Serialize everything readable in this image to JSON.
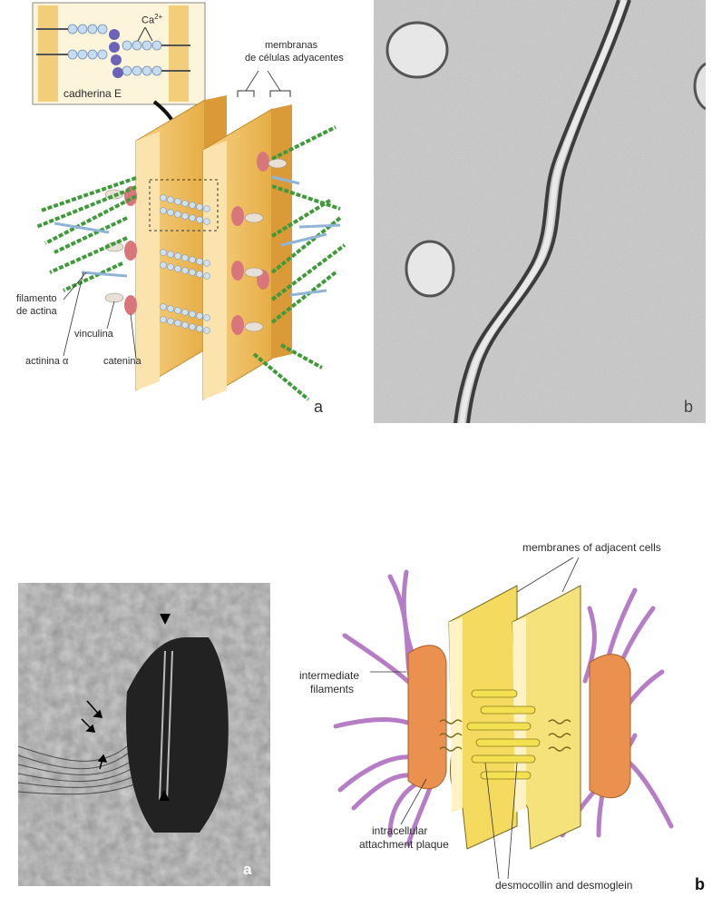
{
  "top_left": {
    "inset_label_cadherin": "cadherina E",
    "inset_label_ca": "Ca",
    "inset_label_ca_sup": "2+",
    "label_membranes_line1": "membranas",
    "label_membranes_line2": "de células adyacentes",
    "label_actin_line1": "filamento",
    "label_actin_line2": "de actina",
    "label_vinculin": "vinculina",
    "label_alpha_actinin": "actinina α",
    "label_catenin": "catenina",
    "panel_letter": "a"
  },
  "top_right": {
    "panel_letter": "b"
  },
  "bottom_left": {
    "panel_letter": "a"
  },
  "bottom_right": {
    "label_membranes": "membranes of adjacent cells",
    "label_filaments_line1": "intermediate",
    "label_filaments_line2": "filaments",
    "label_plaque_line1": "intracellular",
    "label_plaque_line2": "attachment plaque",
    "label_desmo": "desmocollin and desmoglein",
    "panel_letter": "b"
  },
  "colors": {
    "membrane": "#f2c46a",
    "membrane_light": "#fbe6b3",
    "actin": "#3f9a3a",
    "cadherin": "#a9c7e6",
    "catenin": "#d6787e",
    "plaque": "#e8914a",
    "desmo_yellow": "#f3dc4a",
    "filament_purple": "#b57bc4"
  }
}
